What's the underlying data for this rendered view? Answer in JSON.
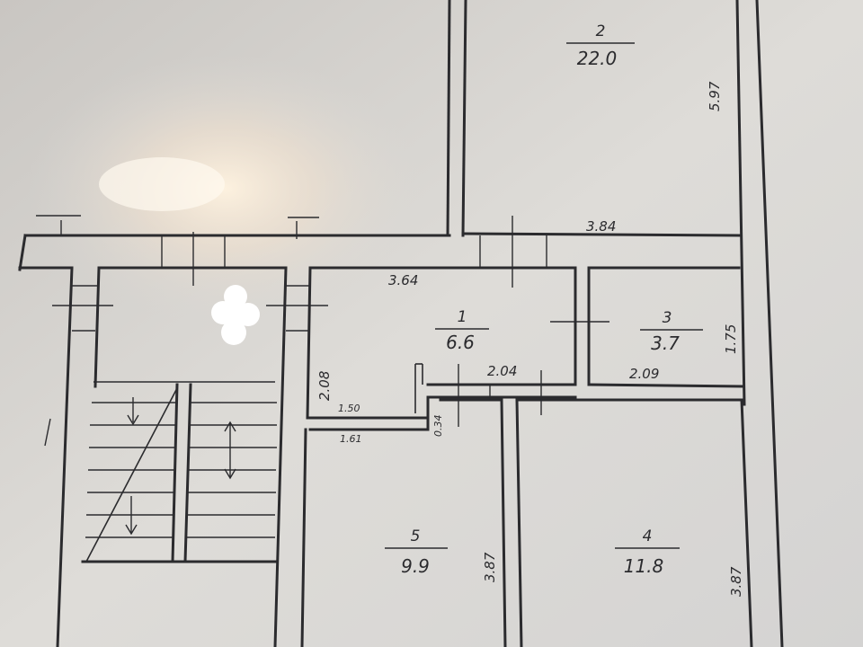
{
  "rooms": [
    {
      "id": "room-1",
      "number": "1",
      "area": "6.6"
    },
    {
      "id": "room-2",
      "number": "2",
      "area": "22.0"
    },
    {
      "id": "room-3",
      "number": "3",
      "area": "3.7"
    },
    {
      "id": "room-4",
      "number": "4",
      "area": "11.8"
    },
    {
      "id": "room-5",
      "number": "5",
      "area": "9.9"
    }
  ],
  "dimensions": {
    "room2_bottom_width": "3.84",
    "room2_right_length": "5.97",
    "room1_top_width": "3.64",
    "room1_left_height": "2.08",
    "room1_bottom_width": "2.04",
    "room3_bottom_width": "2.09",
    "room3_right_height": "1.75",
    "niche_width": "1.50",
    "room5_top_width": "1.61",
    "niche_depth": "0.34",
    "room5_right_length": "3.87",
    "room4_right_length": "3.87"
  },
  "colors": {
    "paper": "#dcdad6",
    "ink": "#2b2b2e"
  }
}
